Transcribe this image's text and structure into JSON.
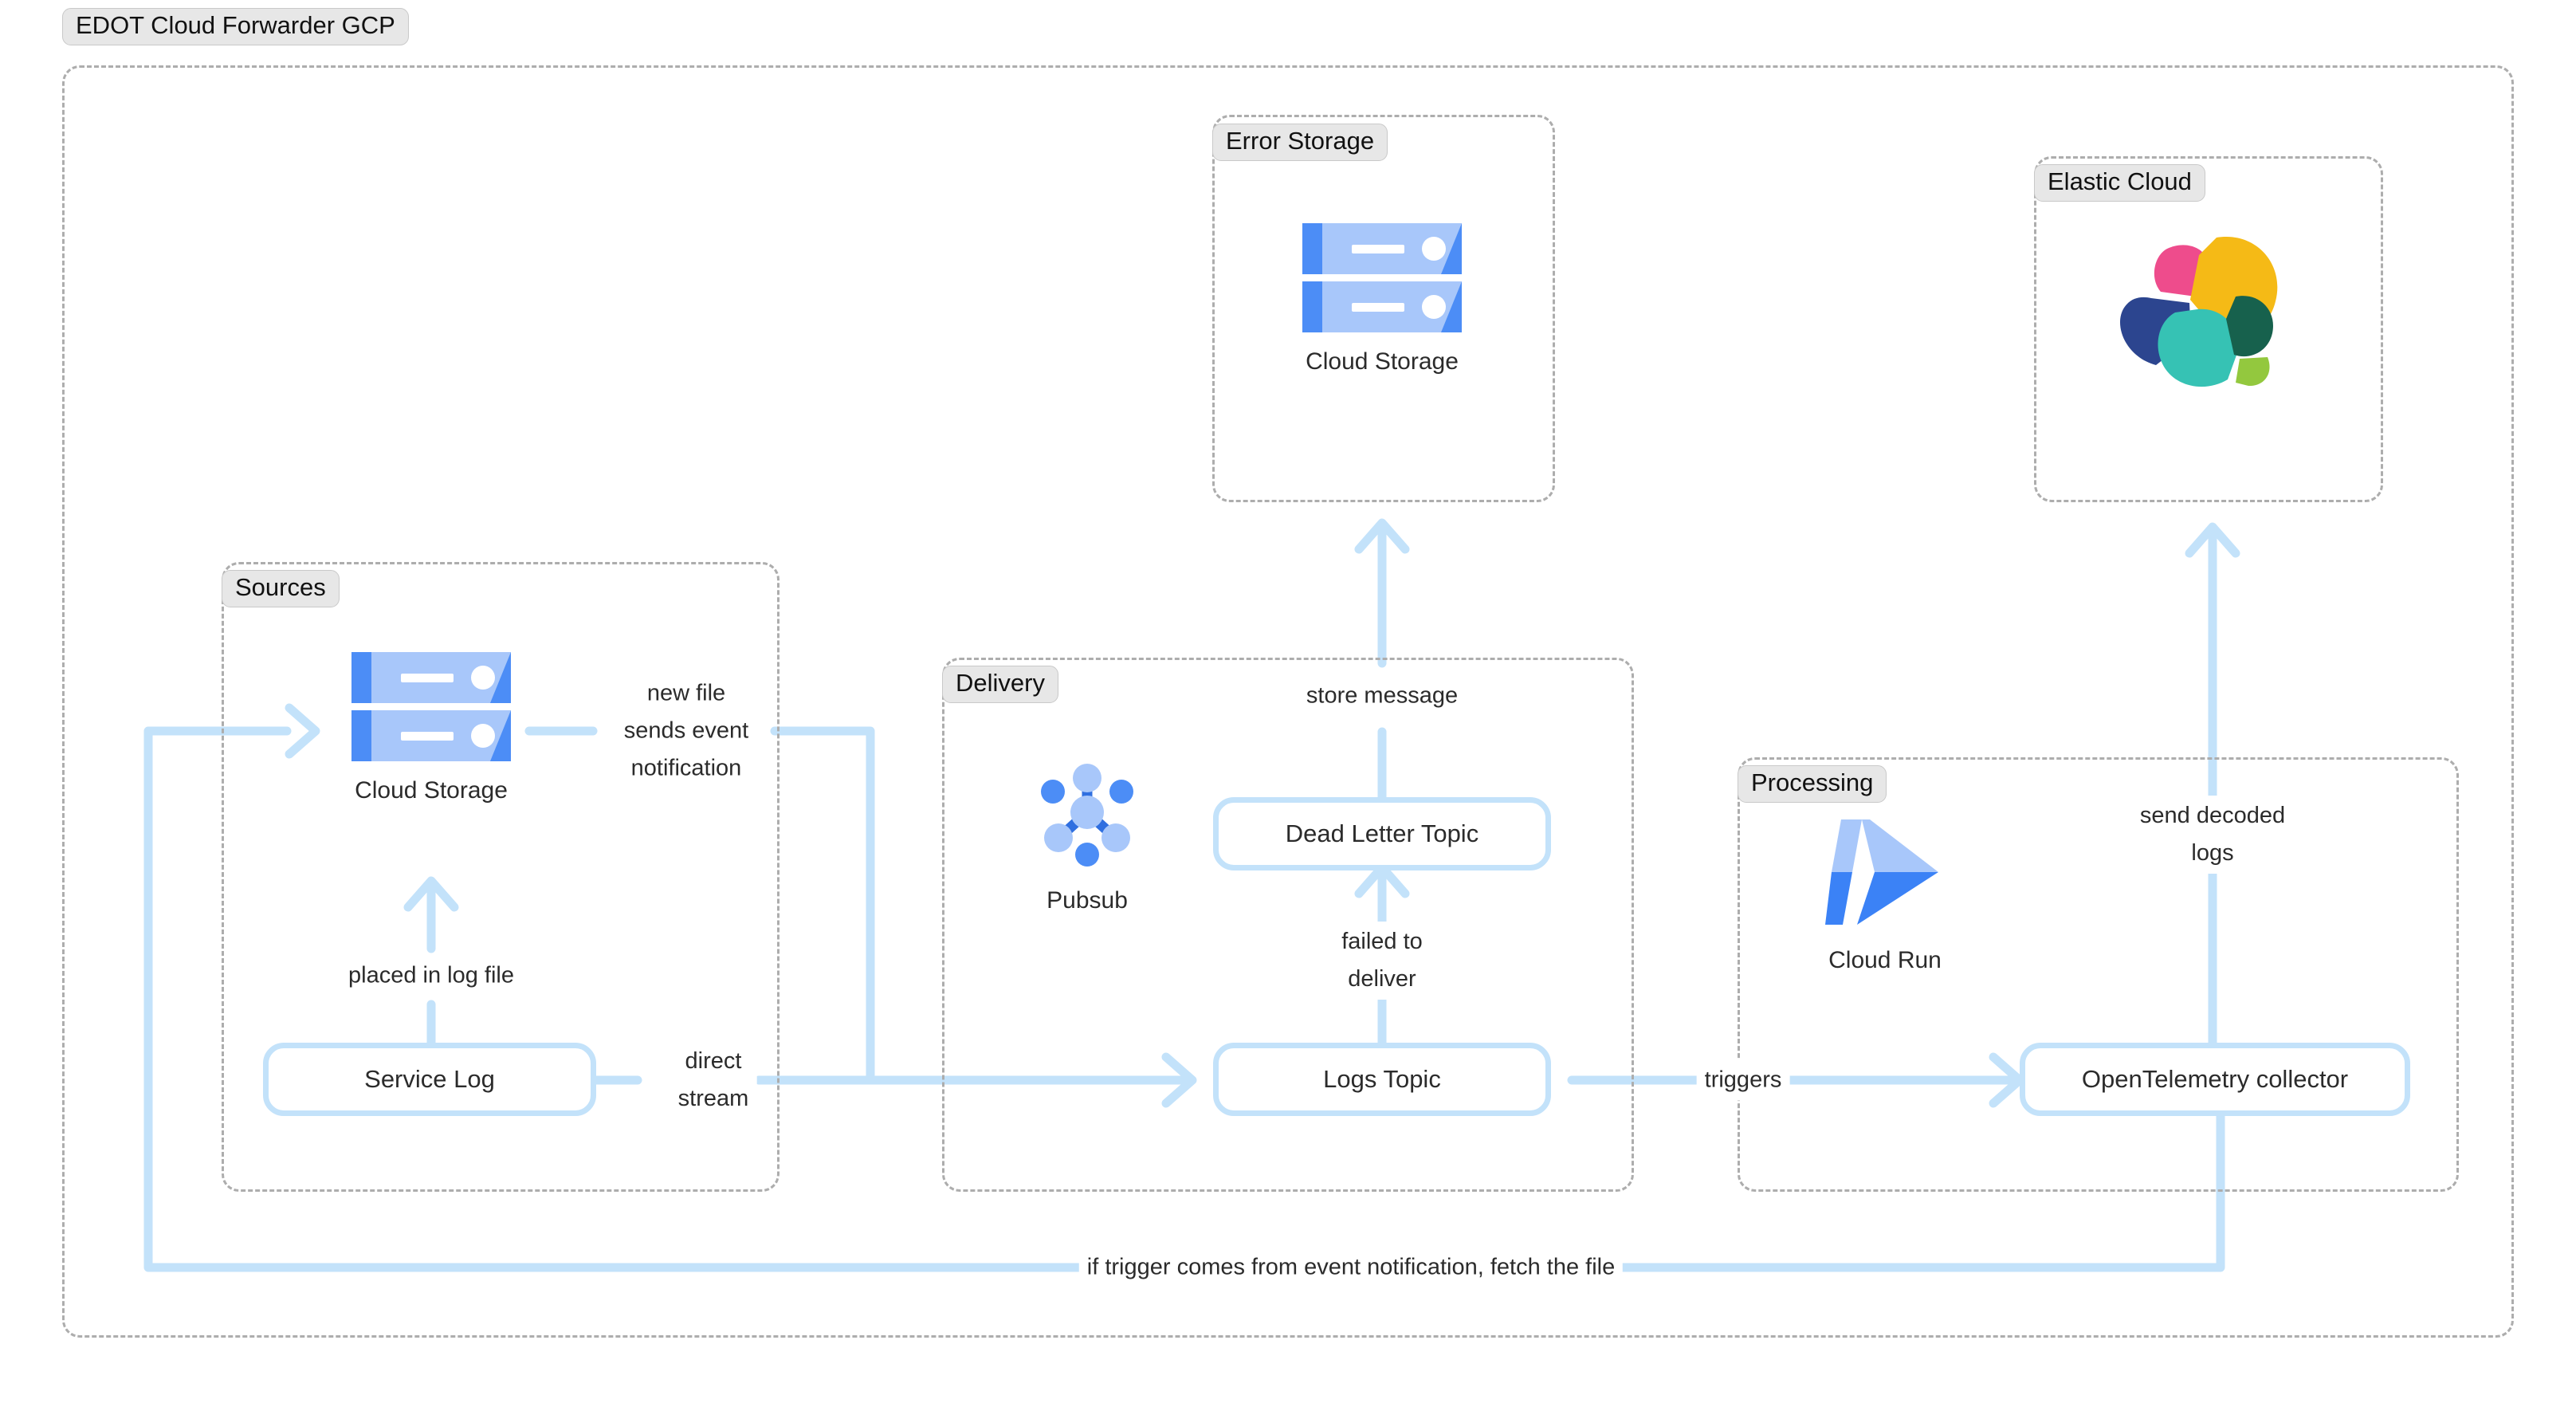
{
  "diagram": {
    "title": "EDOT Cloud Forwarder GCP",
    "groups": [
      {
        "id": "error-storage",
        "label": "Error Storage"
      },
      {
        "id": "elastic-cloud",
        "label": "Elastic Cloud"
      },
      {
        "id": "sources",
        "label": "Sources"
      },
      {
        "id": "delivery",
        "label": "Delivery"
      },
      {
        "id": "processing",
        "label": "Processing"
      }
    ],
    "nodes": [
      {
        "id": "service-log",
        "label": "Service Log"
      },
      {
        "id": "logs-topic",
        "label": "Logs Topic"
      },
      {
        "id": "dead-letter",
        "label": "Dead Letter Topic"
      },
      {
        "id": "otel",
        "label": "OpenTelemetry collector"
      }
    ],
    "icons": [
      {
        "id": "error-cloud-storage",
        "icon": "google-cloud-storage-icon",
        "caption": "Cloud Storage"
      },
      {
        "id": "source-cloud-storage",
        "icon": "google-cloud-storage-icon",
        "caption": "Cloud Storage"
      },
      {
        "id": "pubsub",
        "icon": "google-pubsub-icon",
        "caption": "Pubsub"
      },
      {
        "id": "cloud-run",
        "icon": "google-cloud-run-icon",
        "caption": "Cloud Run"
      },
      {
        "id": "elastic-logo",
        "icon": "elastic-logo-icon",
        "caption": ""
      }
    ],
    "edge_labels": {
      "new_file": "new file\nsends event\nnotification",
      "placed_in_log": "placed in log file",
      "direct_stream": "direct\nstream",
      "store_message": "store message",
      "failed": "failed to\ndeliver",
      "triggers": "triggers",
      "send_decoded": "send decoded\nlogs",
      "fetch_file": "if trigger comes from event notification, fetch the file"
    },
    "colors": {
      "wire": "#c3e2fa",
      "group_border": "#adadad",
      "group_label_bg": "#e7e7e7",
      "node_border": "#c3e2fa",
      "gcp_light": "#a8c7fa",
      "gcp_blue": "#4c8df6",
      "text": "#2b2b2b",
      "elastic_pink": "#ee4c8c",
      "elastic_yellow": "#f5ba16",
      "elastic_navy": "#2c458f",
      "elastic_teal": "#36c2b4",
      "elastic_green": "#17614d",
      "elastic_lime": "#93c83e"
    }
  }
}
